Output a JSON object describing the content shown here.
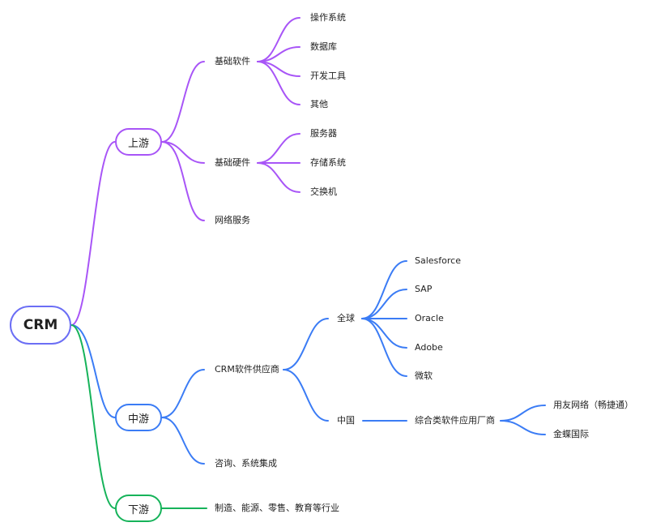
{
  "colors": {
    "root": "#6b6ef5",
    "upstream": "#a855f7",
    "midstream": "#3b7cf5",
    "downstream": "#16b35a"
  },
  "root": "CRM",
  "upstream": {
    "label": "上游",
    "software": {
      "label": "基础软件",
      "items": [
        "操作系统",
        "数据库",
        "开发工具",
        "其他"
      ]
    },
    "hardware": {
      "label": "基础硬件",
      "items": [
        "服务器",
        "存储系统",
        "交换机"
      ]
    },
    "network": "网络服务"
  },
  "midstream": {
    "label": "中游",
    "vendors": {
      "label": "CRM软件供应商",
      "global": {
        "label": "全球",
        "items": [
          "Salesforce",
          "SAP",
          "Oracle",
          "Adobe",
          "微软"
        ]
      },
      "china": {
        "label": "中国",
        "category": {
          "label": "综合类软件应用厂商",
          "items": [
            "用友网络（畅捷通）",
            "金蝶国际"
          ]
        }
      }
    },
    "consulting": "咨询、系统集成"
  },
  "downstream": {
    "label": "下游",
    "industries": "制造、能源、零售、教育等行业"
  }
}
